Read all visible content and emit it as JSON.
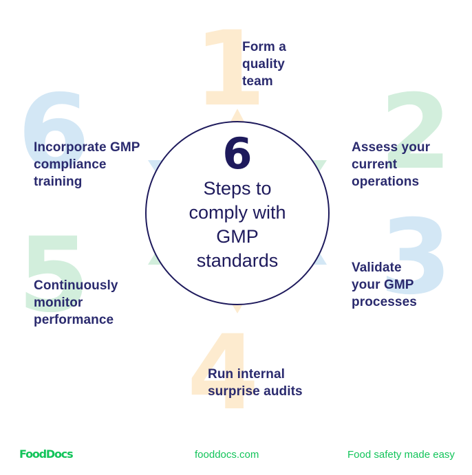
{
  "colors": {
    "navy": "#1e1a5c",
    "label_navy": "#2a2a6e",
    "peach": "#fdebcf",
    "mint": "#d2eedc",
    "light_blue": "#d3e7f5",
    "brand_green": "#12c45a",
    "circle_stroke": "#1e1a5c"
  },
  "center": {
    "number": "6",
    "lines": [
      "Steps to",
      "comply with",
      "GMP",
      "standards"
    ]
  },
  "steps": [
    {
      "number": "1",
      "color": "peach",
      "lines": [
        "Form a",
        "quality",
        "team"
      ]
    },
    {
      "number": "2",
      "color": "mint",
      "lines": [
        "Assess your",
        "current",
        "operations"
      ]
    },
    {
      "number": "3",
      "color": "light_blue",
      "lines": [
        "Validate",
        "your GMP",
        "processes"
      ]
    },
    {
      "number": "4",
      "color": "peach",
      "lines": [
        "Run internal",
        "surprise audits"
      ]
    },
    {
      "number": "5",
      "color": "mint",
      "lines": [
        "Continuously",
        "monitor",
        "performance"
      ]
    },
    {
      "number": "6",
      "color": "light_blue",
      "lines": [
        "Incorporate GMP",
        "compliance",
        "training"
      ]
    }
  ],
  "footer": {
    "logo": "FoodDocs",
    "website": "fooddocs.com",
    "tagline": "Food safety made easy"
  }
}
